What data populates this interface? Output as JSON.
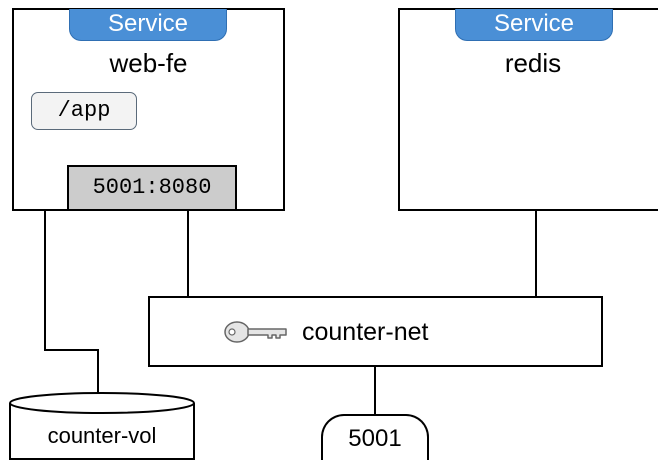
{
  "services": [
    {
      "badge": "Service",
      "name": "web-fe",
      "mount": "/app",
      "port": "5001:8080"
    },
    {
      "badge": "Service",
      "name": "redis"
    }
  ],
  "network": {
    "label": "counter-net",
    "icon": "key-icon"
  },
  "volume": {
    "label": "counter-vol"
  },
  "published_port": {
    "label": "5001"
  }
}
